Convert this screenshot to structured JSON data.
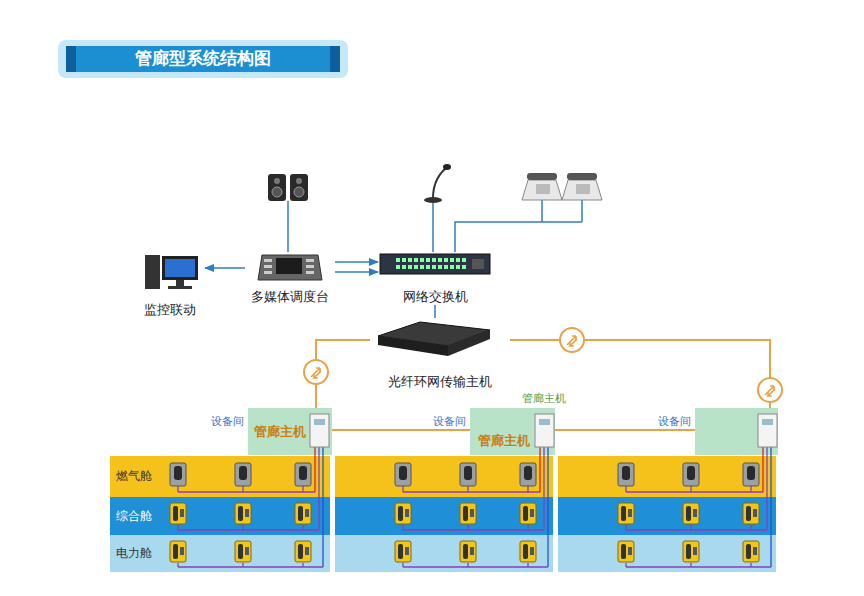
{
  "diagram": {
    "title": "管廊型系统结构图",
    "nodes": [
      {
        "text": [
          "监控联动"
        ]
      },
      {
        "text": [
          "多媒体调度台"
        ]
      },
      {
        "text": [
          "网络交换机"
        ]
      },
      {
        "text": [
          "光纤环网传输主机"
        ]
      },
      {
        "text": [
          "管廊主机"
        ]
      },
      {
        "text": [
          "管廊主机"
        ]
      },
      {
        "text": [
          "燃气舱"
        ]
      },
      {
        "text": [
          "综合舱"
        ]
      },
      {
        "text": [
          "电力舱"
        ]
      }
    ],
    "edges": [
      {
        "from": 1,
        "to": 0,
        "arrow": "to"
      },
      {
        "from": 1,
        "to": 2,
        "arrow": "to"
      },
      {
        "from": 1,
        "to": 2,
        "arrow": "to"
      },
      {
        "from": 2,
        "to": 3,
        "arrow": "none"
      },
      {
        "from": 3,
        "to": 4,
        "arrow": "none"
      },
      {
        "from": 4,
        "to": 5,
        "arrow": "none"
      }
    ],
    "labels": [
      "设备间",
      "设备间",
      "设备间",
      "管廊主机"
    ]
  }
}
